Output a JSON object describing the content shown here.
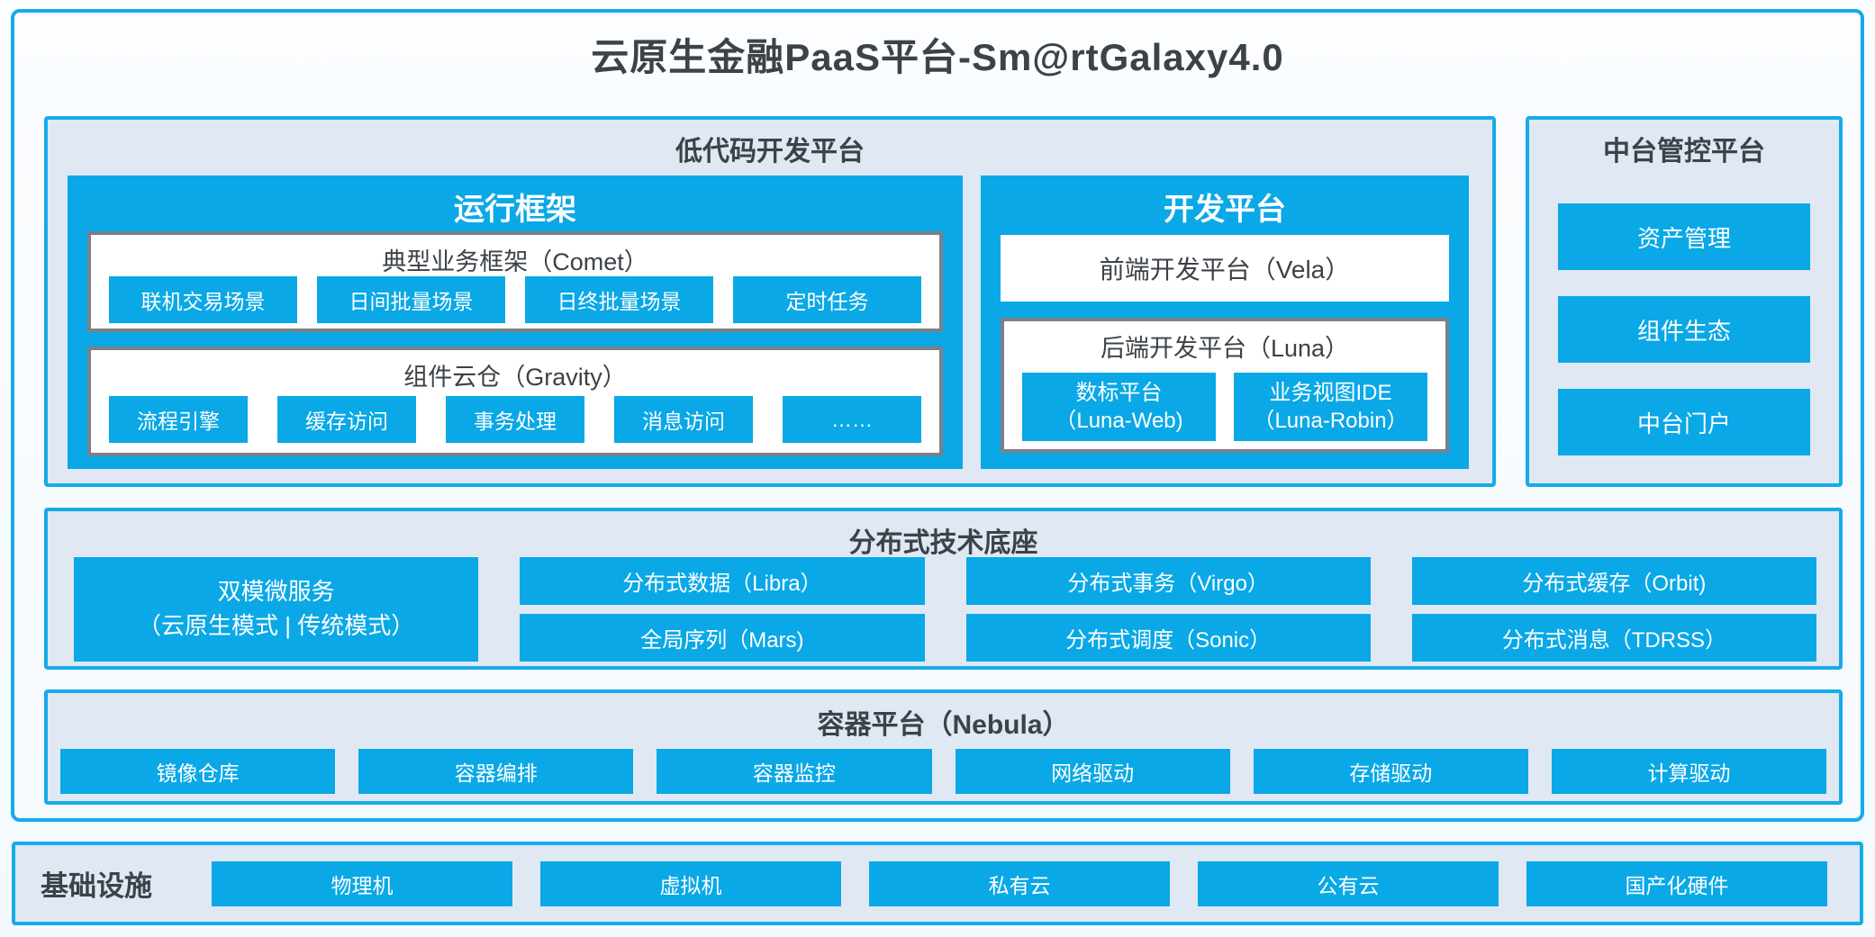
{
  "title": "云原生金融PaaS平台-Sm@rtGalaxy4.0",
  "colors": {
    "accent_blue": "#0aa8e6",
    "border_blue": "#15abe9",
    "panel_bg": "#dfe8f3",
    "gray_border": "#7b8087",
    "dark_text": "#3c4247"
  },
  "lowcode": {
    "header": "低代码开发平台",
    "runtime": {
      "title": "运行框架",
      "comet": {
        "title": "典型业务框架（Comet）",
        "items": [
          "联机交易场景",
          "日间批量场景",
          "日终批量场景",
          "定时任务"
        ]
      },
      "gravity": {
        "title": "组件云仓（Gravity）",
        "items": [
          "流程引擎",
          "缓存访问",
          "事务处理",
          "消息访问",
          "……"
        ]
      }
    },
    "dev": {
      "title": "开发平台",
      "vela": "前端开发平台（Vela）",
      "luna": {
        "title": "后端开发平台（Luna）",
        "items": [
          {
            "line1": "数标平台",
            "line2": "（Luna-Web)"
          },
          {
            "line1": "业务视图IDE",
            "line2": "（Luna-Robin）"
          }
        ]
      }
    }
  },
  "mgmt": {
    "header": "中台管控平台",
    "items": [
      "资产管理",
      "组件生态",
      "中台门户"
    ]
  },
  "distributed": {
    "header": "分布式技术底座",
    "dual": {
      "line1": "双模微服务",
      "line2": "（云原生模式 | 传统模式）"
    },
    "cols": [
      [
        "分布式数据（Libra）",
        "全局序列（Mars)"
      ],
      [
        "分布式事务（Virgo）",
        "分布式调度（Sonic）"
      ],
      [
        "分布式缓存（Orbit)",
        "分布式消息（TDRSS）"
      ]
    ]
  },
  "container": {
    "header": "容器平台（Nebula）",
    "items": [
      "镜像仓库",
      "容器编排",
      "容器监控",
      "网络驱动",
      "存储驱动",
      "计算驱动"
    ]
  },
  "infra": {
    "label": "基础设施",
    "items": [
      "物理机",
      "虚拟机",
      "私有云",
      "公有云",
      "国产化硬件"
    ]
  }
}
